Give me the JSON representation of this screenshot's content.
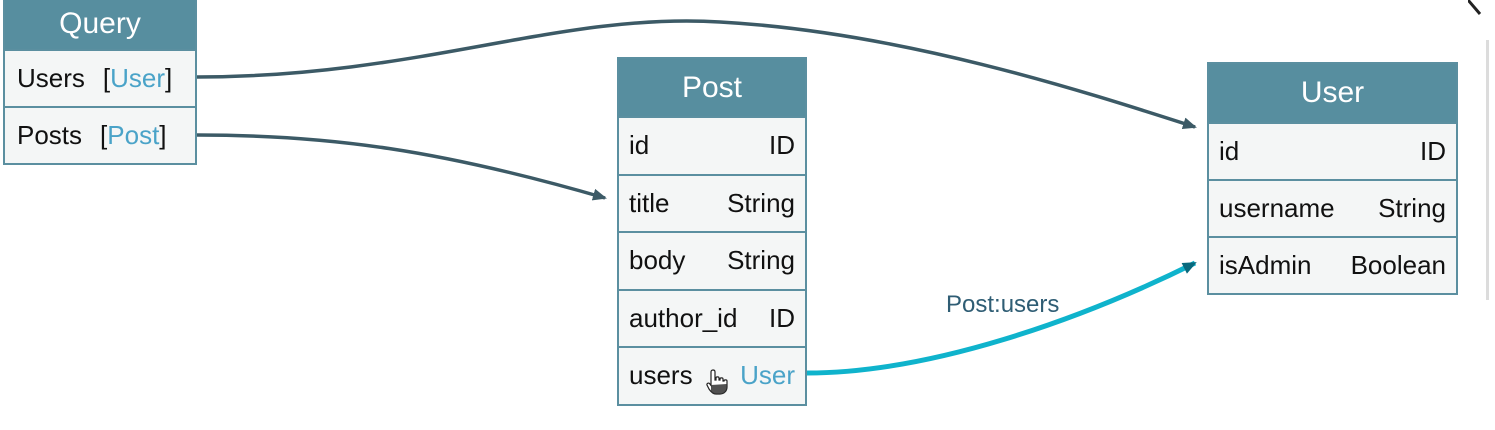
{
  "colors": {
    "header_bg": "#578e9f",
    "border": "#5b8fa0",
    "edge": "#3c5a66",
    "highlight_edge": "#0fb3cc",
    "link_type": "#4aa3c8"
  },
  "nodes": {
    "query": {
      "title": "Query",
      "fields": [
        {
          "name": "Users",
          "type": "User"
        },
        {
          "name": "Posts",
          "type": "Post"
        }
      ]
    },
    "post": {
      "title": "Post",
      "fields": [
        {
          "name": "id",
          "type": "ID"
        },
        {
          "name": "title",
          "type": "String"
        },
        {
          "name": "body",
          "type": "String"
        },
        {
          "name": "author_id",
          "type": "ID"
        },
        {
          "name": "users",
          "type": "User"
        }
      ]
    },
    "user": {
      "title": "User",
      "fields": [
        {
          "name": "id",
          "type": "ID"
        },
        {
          "name": "username",
          "type": "String"
        },
        {
          "name": "isAdmin",
          "type": "Boolean"
        }
      ]
    }
  },
  "edges": {
    "post_users_label": "Post:users"
  },
  "icons": {
    "cursor": "hand-pointer-icon"
  }
}
